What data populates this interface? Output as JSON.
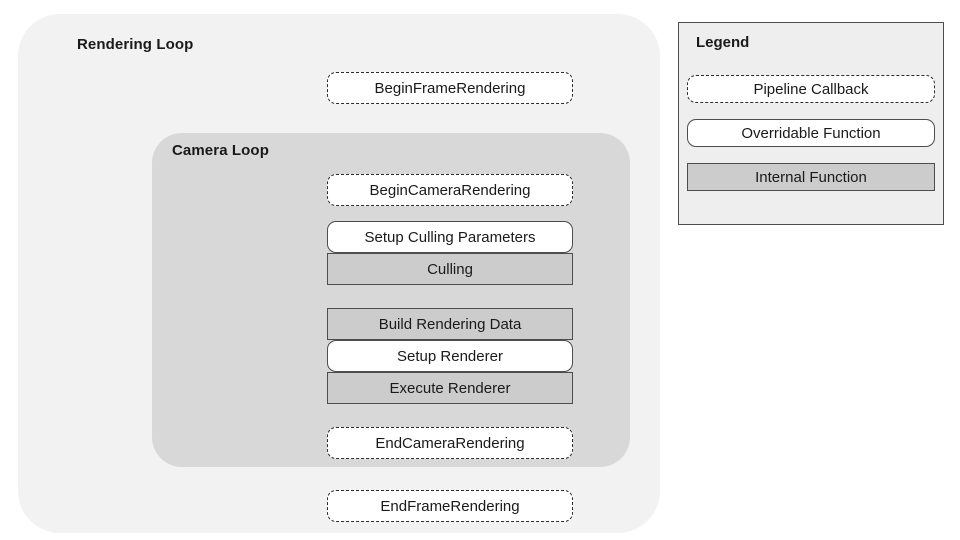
{
  "diagram": {
    "outer_loop": {
      "title": "Rendering Loop",
      "background_color": "#F2F2F2"
    },
    "inner_loop": {
      "title": "Camera Loop",
      "background_color": "#D8D8D8"
    },
    "nodes": [
      {
        "label": "BeginFrameRendering",
        "kind": "pipeline-callback",
        "scope": "rendering-loop"
      },
      {
        "label": "BeginCameraRendering",
        "kind": "pipeline-callback",
        "scope": "camera-loop"
      },
      {
        "label": "Setup Culling Parameters",
        "kind": "overridable-function",
        "scope": "camera-loop"
      },
      {
        "label": "Culling",
        "kind": "internal-function",
        "scope": "camera-loop"
      },
      {
        "label": "Build Rendering Data",
        "kind": "internal-function",
        "scope": "camera-loop"
      },
      {
        "label": "Setup Renderer",
        "kind": "overridable-function",
        "scope": "camera-loop"
      },
      {
        "label": "Execute Renderer",
        "kind": "internal-function",
        "scope": "camera-loop"
      },
      {
        "label": "EndCameraRendering",
        "kind": "pipeline-callback",
        "scope": "camera-loop"
      },
      {
        "label": "EndFrameRendering",
        "kind": "pipeline-callback",
        "scope": "rendering-loop"
      }
    ]
  },
  "legend": {
    "title": "Legend",
    "panel_background_color": "#EEEEEE",
    "items": [
      {
        "label": "Pipeline Callback",
        "kind": "pipeline-callback",
        "fill": "#FFFFFF",
        "border": "dashed"
      },
      {
        "label": "Overridable Function",
        "kind": "overridable-function",
        "fill": "#FFFFFF",
        "border": "solid-rounded"
      },
      {
        "label": "Internal Function",
        "kind": "internal-function",
        "fill": "#CCCCCC",
        "border": "solid-square"
      }
    ]
  }
}
